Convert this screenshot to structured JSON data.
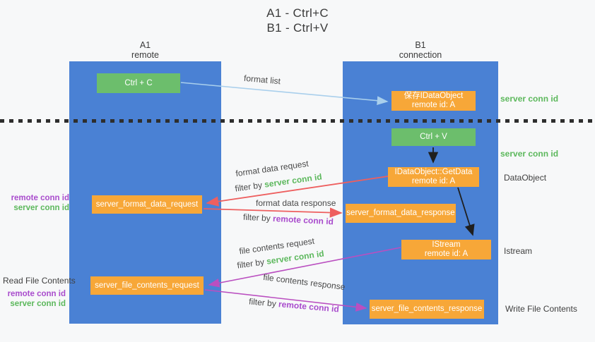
{
  "title": {
    "line1": "A1 - Ctrl+C",
    "line2": "B1 - Ctrl+V"
  },
  "columns": {
    "left": {
      "id": "A1",
      "role": "remote"
    },
    "right": {
      "id": "B1",
      "role": "connection"
    }
  },
  "nodes": {
    "ctrl_c": "Ctrl + C",
    "ctrl_v": "Ctrl + V",
    "save_dataobject": {
      "line1": "保存IDataObject",
      "line2": "remote id: A"
    },
    "getdata": {
      "line1": "IDataObject::GetData",
      "line2": "remote id: A"
    },
    "istream": {
      "line1": "IStream",
      "line2": "remote id: A"
    },
    "format_request": "server_format_data_request",
    "format_response": "server_format_data_response",
    "file_request": "server_file_contents_request",
    "file_response": "server_file_contents_response"
  },
  "labels": {
    "format_list": "format list",
    "format_data_request": "format data request",
    "format_data_response": "format data response",
    "file_contents_request": "file contents request",
    "file_contents_response": "file contents response",
    "filter_by": "filter by ",
    "server_conn_id": "server conn id",
    "remote_conn_id": "remote conn id"
  },
  "annotations": {
    "server_conn_id_top": "server conn id",
    "server_conn_id_mid": "server conn id",
    "dataobject": "DataObject",
    "istream": "Istream",
    "write_file_contents": "Write File Contents",
    "read_file_contents": "Read File Contents",
    "remote_conn_id": "remote conn id",
    "server_conn_id": "server conn id"
  },
  "colors": {
    "column_blue": "#4a81d4",
    "box_green": "#6cbe6c",
    "box_orange": "#f7a738",
    "arrow_lightblue": "#a9cfec",
    "arrow_red": "#ee5f5f",
    "arrow_magenta": "#ba4fc0",
    "arrow_black": "#1f1f1f",
    "text_green": "#5cb85c",
    "text_purple": "#a94ccd",
    "text_dark": "#3f3f3f"
  }
}
